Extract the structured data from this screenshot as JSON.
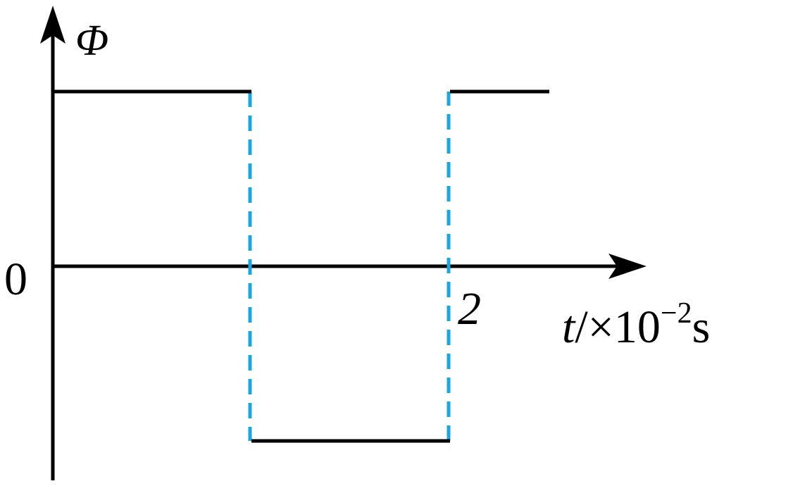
{
  "chart_data": {
    "type": "line",
    "title": "",
    "ylabel": "Φ",
    "xlabel_var": "t",
    "xlabel_unit_prefix": "/×10",
    "xlabel_exponent": "−2",
    "xlabel_unit": "s",
    "origin_label": "0",
    "x_ticks": [
      {
        "value": 2,
        "label": "2"
      }
    ],
    "xlim": [
      0,
      3
    ],
    "ylim": [
      -1.2,
      1.2
    ],
    "grid": false,
    "legend": "none",
    "series": [
      {
        "step": true,
        "x": [
          0,
          1,
          1,
          2,
          2,
          2.5
        ],
        "y": [
          1,
          1,
          -1,
          -1,
          1,
          1
        ]
      }
    ],
    "guide_lines": [
      {
        "x": 1,
        "from_y": 1,
        "to_y": -1
      },
      {
        "x": 2,
        "from_y": -1,
        "to_y": 1
      }
    ],
    "colors": {
      "axis": "#000000",
      "series": "#000000",
      "guide": "#1aa7e0"
    }
  }
}
